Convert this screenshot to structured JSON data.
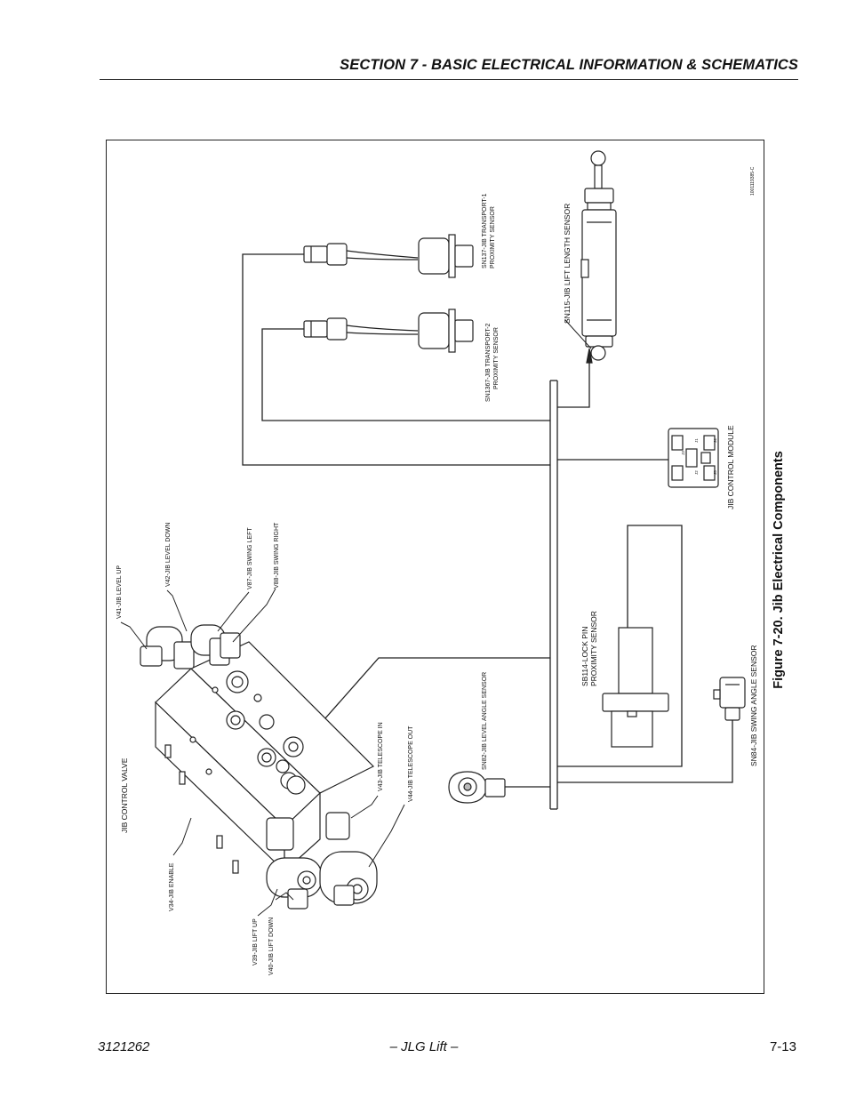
{
  "header": {
    "section_title": "SECTION 7 - BASIC ELECTRICAL INFORMATION & SCHEMATICS"
  },
  "figure": {
    "caption": "Figure 7-20.  Jib Electrical Components",
    "drawing_number": "1001119385-C",
    "labels": {
      "jib_control_valve": "JIB CONTROL VALVE",
      "v41": "V41-JIB LEVEL UP",
      "v42": "V42-JIB LEVEL DOWN",
      "v87": "V87-JIB SWING LEFT",
      "v88": "V88-JIB SWING RIGHT",
      "v34": "V34-JIB ENABLE",
      "v39": "V39-JIB LIFT UP",
      "v40": "V40-JIB LIFT DOWN",
      "v43": "V43-JIB TELESCOPE IN",
      "v44": "V44-JIB TELESCOPE OUT",
      "sn82": "SN82-JIB LEVEL ANGLE SENSOR",
      "sb114_line1": "SB114-LOCK PIN",
      "sb114_line2": "PROXIMITY SENSOR",
      "sn84": "SN84-JIB SWING ANGLE SENSOR",
      "jib_control_module": "JIB CONTROL MODULE",
      "sn115": "SN115-JIB LIFT LENGTH SENSOR",
      "sn1367_line1": "SN1367-JIB TRANSPORT-2",
      "sn1367_line2": "PROXIMITY SENSOR",
      "sn137_line1": "SN137-JIB TRANSPORT-1",
      "sn137_line2": "PROXIMITY SENSOR",
      "module_j1": "J1",
      "module_j2": "J2",
      "module_j3": "J3",
      "module_j4": "J4",
      "module_j5": "J5"
    }
  },
  "footer": {
    "doc_number": "3121262",
    "center_text": "– JLG Lift –",
    "page_number": "7-13"
  }
}
